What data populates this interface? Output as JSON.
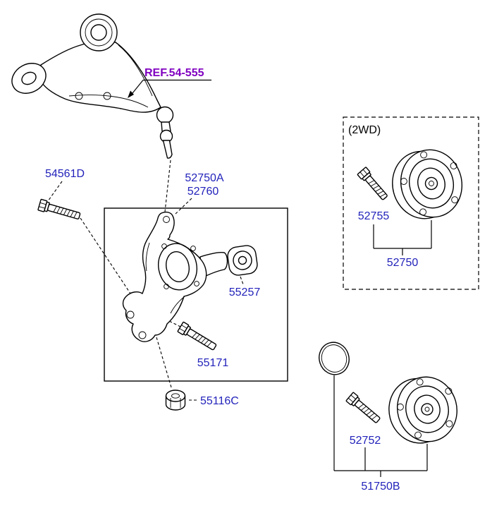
{
  "labels": {
    "ref": "REF.54-555",
    "upper_arm_bolt": "54561D",
    "knuckle_primary": "52750A",
    "knuckle_secondary": "52760",
    "bushing": "55257",
    "lower_bolt": "55171",
    "flange_nut": "55116C",
    "group_2wd": "(2WD)",
    "hub_bolt_2wd": "52755",
    "hub_bearing_2wd": "52750",
    "hub_bolt": "52752",
    "hub_assembly": "51750B"
  },
  "colors": {
    "part_label": "#2222bb",
    "ref_label": "#8000c0",
    "line": "#000000",
    "background": "#ffffff"
  }
}
